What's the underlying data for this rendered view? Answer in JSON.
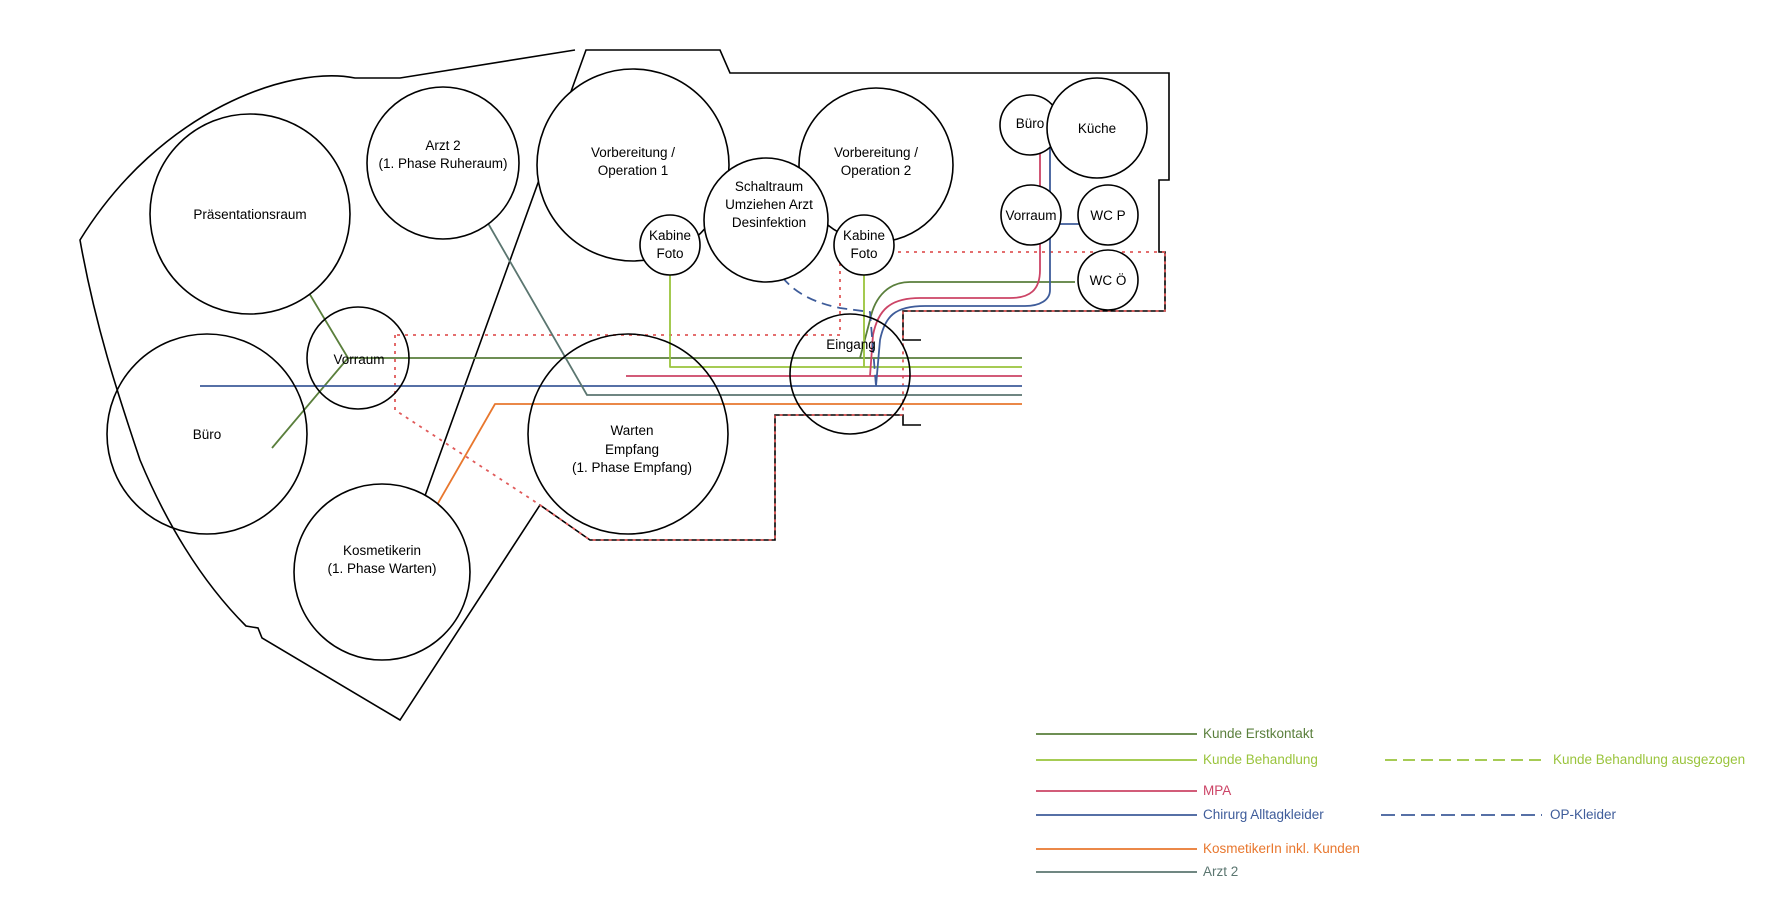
{
  "rooms": {
    "praesentationsraum": "Präsentationsraum",
    "arzt2": [
      "Arzt 2",
      "(1. Phase Ruheraum)"
    ],
    "vorbereitung1": [
      "Vorbereitung /",
      "Operation 1"
    ],
    "vorbereitung2": [
      "Vorbereitung /",
      "Operation 2"
    ],
    "schaltraum": [
      "Schaltraum",
      "Umziehen Arzt",
      "Desinfektion"
    ],
    "kabine1": [
      "Kabine",
      "Foto"
    ],
    "kabine2": [
      "Kabine",
      "Foto"
    ],
    "buero_top": "Büro",
    "kueche": "Küche",
    "vorraum_right": "Vorraum",
    "wc_p": "WC P",
    "wc_oe": "WC Ö",
    "eingang": "Eingang",
    "vorraum_left": "Vorraum",
    "buero_left": "Büro",
    "warten": [
      "Warten",
      "Empfang",
      "(1. Phase Empfang)"
    ],
    "kosmetikerin": [
      "Kosmetikerin",
      "(1. Phase Warten)"
    ]
  },
  "colors": {
    "kunde_erstkontakt": "#5a7f3c",
    "kunde_behandlung": "#9ac43c",
    "mpa": "#cc4466",
    "chirurg": "#3e5c9a",
    "kosmetikerin": "#e8772e",
    "arzt2": "#5b7670",
    "separation": "#e05a5a",
    "wall": "#000000"
  },
  "legend": {
    "kunde_erstkontakt": "Kunde  Erstkontakt",
    "kunde_behandlung": "Kunde Behandlung",
    "kunde_behandlung_ausgezogen": "Kunde Behandlung ausgezogen",
    "mpa": "MPA",
    "chirurg": "Chirurg Alltagkleider",
    "op_kleider": "OP-Kleider",
    "kosmetikerin": "KosmetikerIn inkl. Kunden",
    "arzt2": "Arzt 2"
  }
}
